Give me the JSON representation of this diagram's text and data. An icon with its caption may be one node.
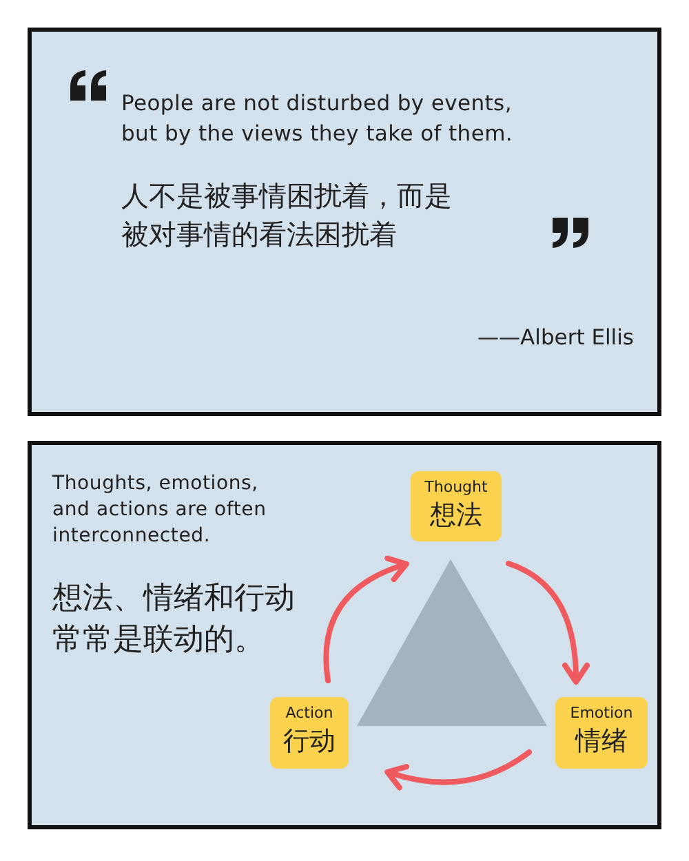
{
  "diagram": {
    "nodes": [
      {
        "text": [
          "Thought",
          "想法"
        ]
      },
      {
        "text": [
          "Emotion",
          "情绪"
        ]
      },
      {
        "text": [
          "Action",
          "行动"
        ]
      },
      {
        "text": [],
        "shape": "triangle"
      }
    ],
    "edges": [
      {
        "from": 0,
        "to": 1,
        "arrow": "to"
      },
      {
        "from": 1,
        "to": 2,
        "arrow": "to"
      },
      {
        "from": 2,
        "to": 0,
        "arrow": "to"
      }
    ],
    "labels": [
      "People are not disturbed by events, but by the views they take of them.",
      "人不是被事情困扰着，而是被对事情的看法困扰着",
      "——Albert Ellis",
      "Thoughts, emotions, and actions are often interconnected.",
      "想法、情绪和行动常常是联动的。"
    ]
  }
}
